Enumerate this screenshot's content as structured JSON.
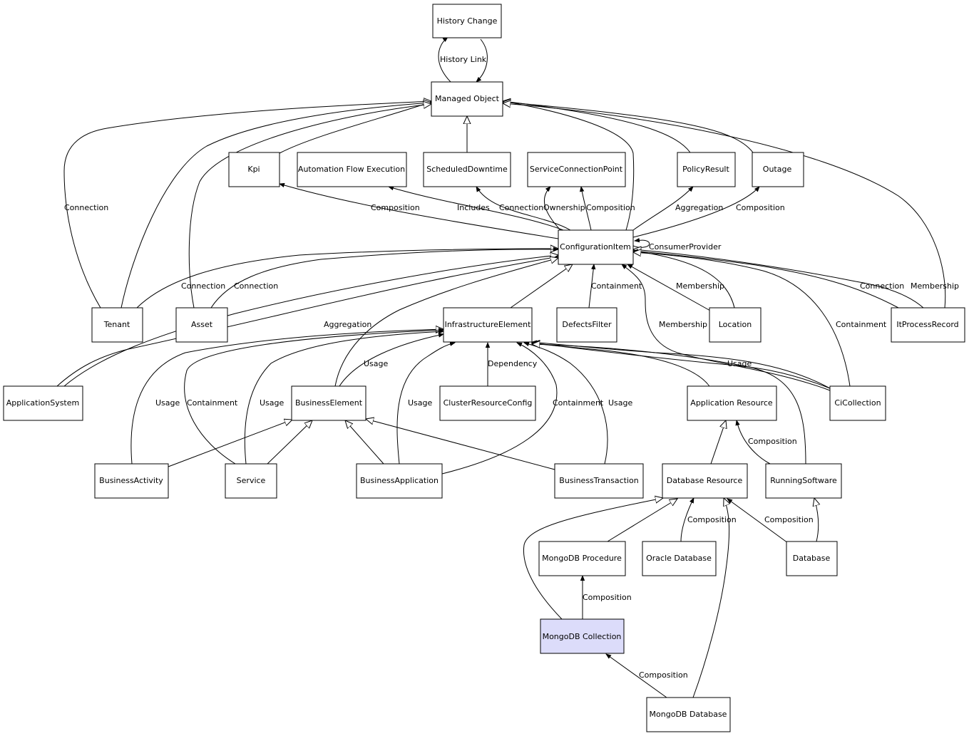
{
  "nodes": {
    "history_change": "History Change",
    "managed_object": "Managed Object",
    "kpi": "Kpi",
    "automation_flow_execution": "Automation Flow Execution",
    "scheduled_downtime": "ScheduledDowntime",
    "service_connection_point": "ServiceConnectionPoint",
    "policy_result": "PolicyResult",
    "outage": "Outage",
    "configuration_item": "ConfigurationItem",
    "tenant": "Tenant",
    "asset": "Asset",
    "infrastructure_element": "InfrastructureElement",
    "defects_filter": "DefectsFilter",
    "location": "Location",
    "it_process_record": "ItProcessRecord",
    "application_system": "ApplicationSystem",
    "business_element": "BusinessElement",
    "cluster_resource_config": "ClusterResourceConfig",
    "application_resource": "Application Resource",
    "ci_collection": "CiCollection",
    "business_activity": "BusinessActivity",
    "service": "Service",
    "business_application": "BusinessApplication",
    "business_transaction": "BusinessTransaction",
    "database_resource": "Database Resource",
    "running_software": "RunningSoftware",
    "mongodb_procedure": "MongoDB Procedure",
    "oracle_database": "Oracle Database",
    "database": "Database",
    "mongodb_collection": "MongoDB Collection",
    "mongodb_database": "MongoDB Database"
  },
  "edge_labels": {
    "history_link": "History Link",
    "tenant_mo_connection": "Connection",
    "ci_kpi_composition": "Composition",
    "ci_afe_includes": "Includes",
    "ci_sd_connection": "Connection",
    "ci_scp_ownership": "Ownership",
    "ci_scp_composition": "Composition",
    "ci_policy_aggregation": "Aggregation",
    "ci_outage_composition": "Composition",
    "ci_consumer_provider": "ConsumerProvider",
    "tenant_ci_connection": "Connection",
    "asset_ci_connection": "Connection",
    "defects_containment": "Containment",
    "location_membership": "Membership",
    "cicollection_membership": "Membership",
    "cicollection_containment": "Containment",
    "itprocess_connection": "Connection",
    "itprocess_membership": "Membership",
    "appsystem_aggregation": "Aggregation",
    "be_ie_usage": "Usage",
    "cluster_dependency": "Dependency",
    "cicollection_ie_usage": "Usage",
    "ba_ie_usage": "Usage",
    "service_ie_containment": "Containment",
    "service_ie_usage": "Usage",
    "bapp_ie_usage": "Usage",
    "bapp_ie_containment": "Containment",
    "btrans_ie_usage": "Usage",
    "running_ar_composition": "Composition",
    "oracle_dbr_composition": "Composition",
    "database_dbr_composition": "Composition",
    "collection_procedure_composition": "Composition",
    "mdb_collection_composition": "Composition"
  },
  "colors": {
    "highlight_fill": "#dcdcfa",
    "node_stroke": "#000000",
    "background": "#ffffff"
  }
}
